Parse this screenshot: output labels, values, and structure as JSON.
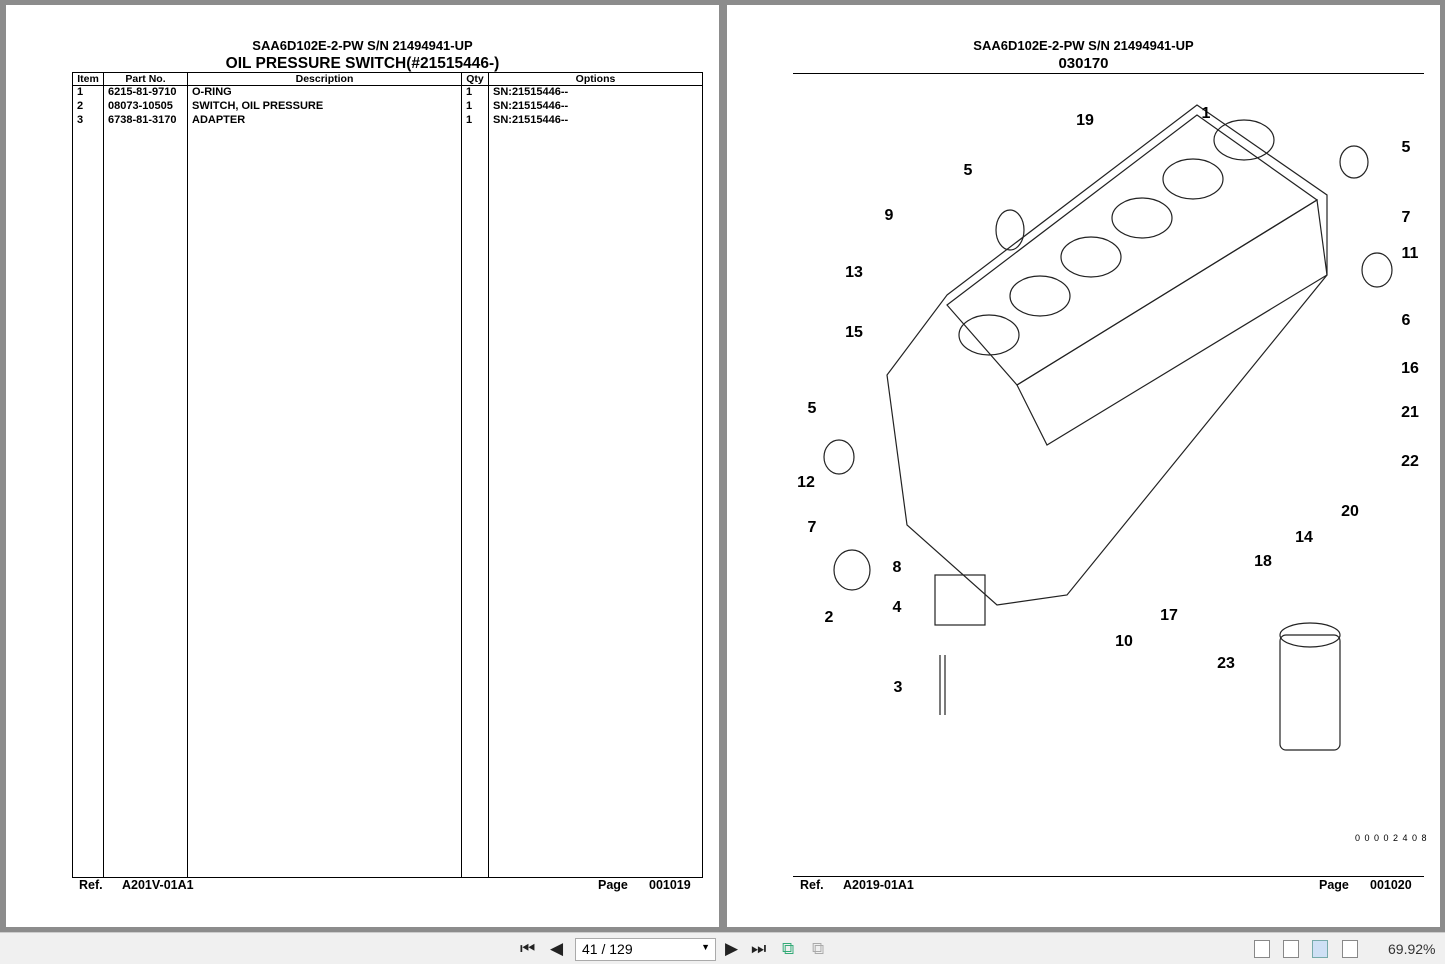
{
  "left_page": {
    "model": "SAA6D102E-2-PW S/N 21494941-UP",
    "title": "OIL PRESSURE SWITCH(#21515446-)",
    "columns": [
      "Item",
      "Part No.",
      "Description",
      "Qty",
      "Options"
    ],
    "rows": [
      [
        "1",
        "6215-81-9710",
        "O-RING",
        "1",
        "SN:21515446--"
      ],
      [
        "2",
        "08073-10505",
        "SWITCH, OIL PRESSURE",
        "1",
        "SN:21515446--"
      ],
      [
        "3",
        "6738-81-3170",
        "ADAPTER",
        "1",
        "SN:21515446--"
      ]
    ],
    "ref_label": "Ref.",
    "ref": "A201V-01A1",
    "page_label": "Page",
    "page": "001019"
  },
  "right_page": {
    "model": "SAA6D102E-2-PW S/N 21494941-UP",
    "code": "030170",
    "callouts": [
      "19",
      "1",
      "5",
      "5",
      "7",
      "9",
      "11",
      "13",
      "6",
      "15",
      "16",
      "5",
      "21",
      "22",
      "12",
      "20",
      "7",
      "14",
      "8",
      "18",
      "2",
      "4",
      "17",
      "10",
      "23",
      "3"
    ],
    "figure_no": "0 0 0 0 2 4 0 8",
    "ref_label": "Ref.",
    "ref": "A2019-01A1",
    "page_label": "Page",
    "page": "001020"
  },
  "toolbar": {
    "page_value": "41 / 129",
    "zoom": "69.92%"
  }
}
